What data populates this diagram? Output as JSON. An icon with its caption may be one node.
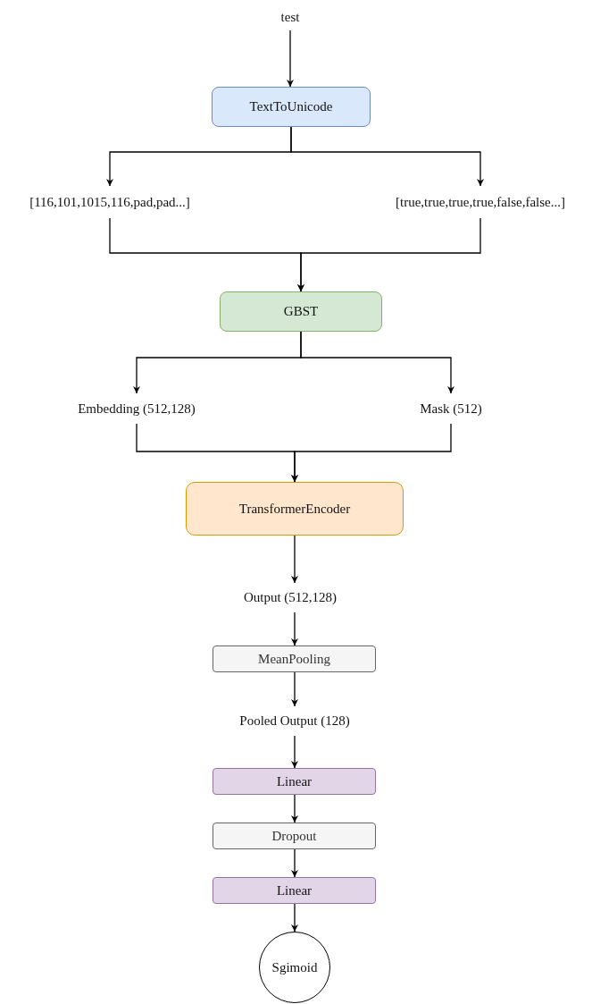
{
  "diagram": {
    "nodes": [
      {
        "text": [
          "test"
        ]
      },
      {
        "text": [
          "TextToUnicode"
        ]
      },
      {
        "text": [
          "[116,101,1015,116,pad,pad...]"
        ]
      },
      {
        "text": [
          "[true,true,true,true,false,false...]"
        ]
      },
      {
        "text": [
          "GBST"
        ]
      },
      {
        "text": [
          "Embedding (512,128)"
        ]
      },
      {
        "text": [
          "Mask (512)"
        ]
      },
      {
        "text": [
          "TransformerEncoder"
        ]
      },
      {
        "text": [
          "Output (512,128)"
        ]
      },
      {
        "text": [
          "MeanPooling"
        ]
      },
      {
        "text": [
          "Pooled Output (128)"
        ]
      },
      {
        "text": [
          "Linear"
        ]
      },
      {
        "text": [
          "Dropout"
        ]
      },
      {
        "text": [
          "Linear"
        ]
      },
      {
        "text": [
          "Sgimoid"
        ]
      }
    ],
    "edges": [
      {
        "from": 0,
        "to": 1,
        "arrow": "to"
      },
      {
        "from": 1,
        "to": 2,
        "arrow": "to"
      },
      {
        "from": 1,
        "to": 3,
        "arrow": "to"
      },
      {
        "from": 2,
        "to": 4,
        "arrow": "to"
      },
      {
        "from": 3,
        "to": 4,
        "arrow": "to"
      },
      {
        "from": 4,
        "to": 5,
        "arrow": "to"
      },
      {
        "from": 4,
        "to": 6,
        "arrow": "to"
      },
      {
        "from": 5,
        "to": 7,
        "arrow": "to"
      },
      {
        "from": 6,
        "to": 7,
        "arrow": "to"
      },
      {
        "from": 7,
        "to": 8,
        "arrow": "to"
      },
      {
        "from": 8,
        "to": 9,
        "arrow": "to"
      },
      {
        "from": 9,
        "to": 10,
        "arrow": "to"
      },
      {
        "from": 10,
        "to": 11,
        "arrow": "to"
      },
      {
        "from": 11,
        "to": 12,
        "arrow": "to"
      },
      {
        "from": 12,
        "to": 13,
        "arrow": "to"
      },
      {
        "from": 13,
        "to": 14,
        "arrow": "to"
      }
    ]
  }
}
